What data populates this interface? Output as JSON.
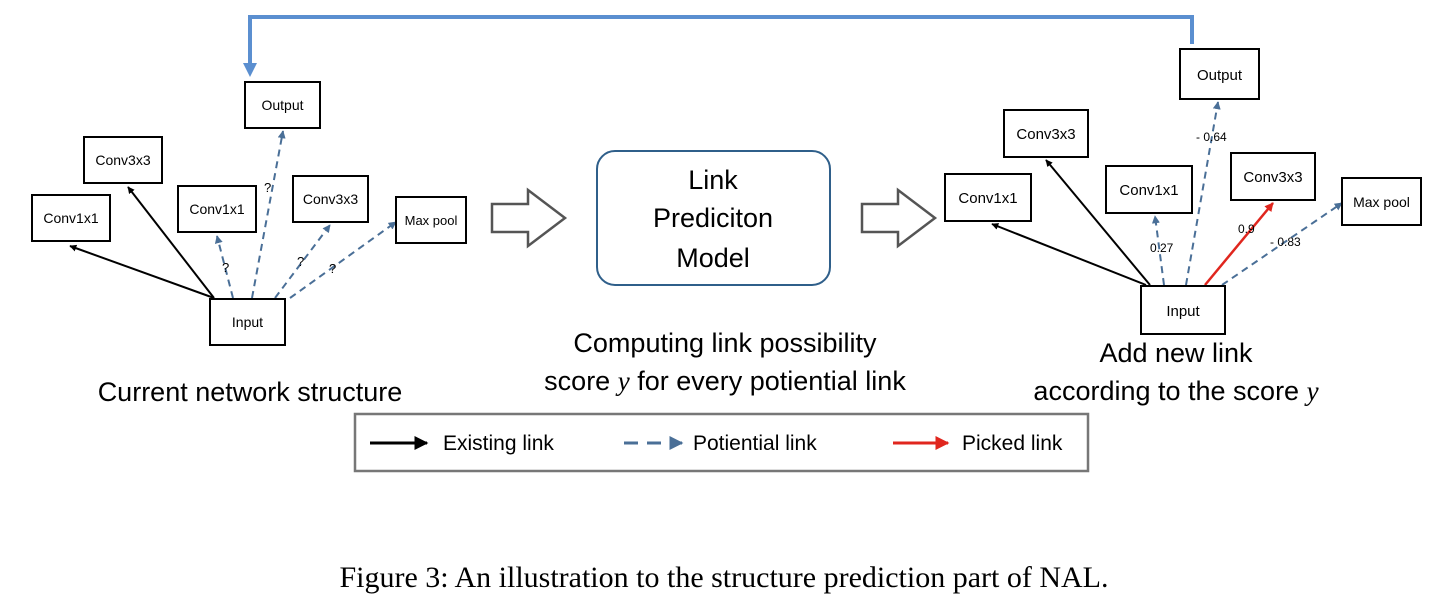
{
  "left_panel": {
    "nodes": {
      "output": "Output",
      "conv3x3_a": "Conv3x3",
      "conv1x1_b": "Conv1x1",
      "conv1x1_a": "Conv1x1",
      "conv3x3_b": "Conv3x3",
      "maxpool": "Max pool",
      "input": "Input"
    },
    "potential_marks": [
      "?",
      "?",
      "?",
      "?"
    ],
    "caption": "Current network structure"
  },
  "model": {
    "line1": "Link",
    "line2": "Prediciton",
    "line3": "Model",
    "caption_line1": "Computing link possibility",
    "caption_line2_pre": "score ",
    "caption_var": "y",
    "caption_line2_post": " for every potiential link"
  },
  "right_panel": {
    "nodes": {
      "output": "Output",
      "conv3x3_a": "Conv3x3",
      "conv1x1_b": "Conv1x1",
      "conv1x1_a": "Conv1x1",
      "conv3x3_b": "Conv3x3",
      "maxpool": "Max pool",
      "input": "Input"
    },
    "scores": {
      "output": "- 0.64",
      "conv1x1": "0.27",
      "conv3x3": "0.9",
      "maxpool": "- 0.83"
    },
    "caption_line1": "Add new link",
    "caption_line2_pre": "according to the score ",
    "caption_var": "y"
  },
  "legend": {
    "existing": "Existing link",
    "potential": "Potiential link",
    "picked": "Picked link"
  },
  "figure_caption": "Figure 3: An illustration to the structure prediction part of NAL.",
  "colors": {
    "existing": "#000000",
    "potential": "#4a6f97",
    "picked": "#e0261e",
    "feedback": "#5b8fd0"
  }
}
